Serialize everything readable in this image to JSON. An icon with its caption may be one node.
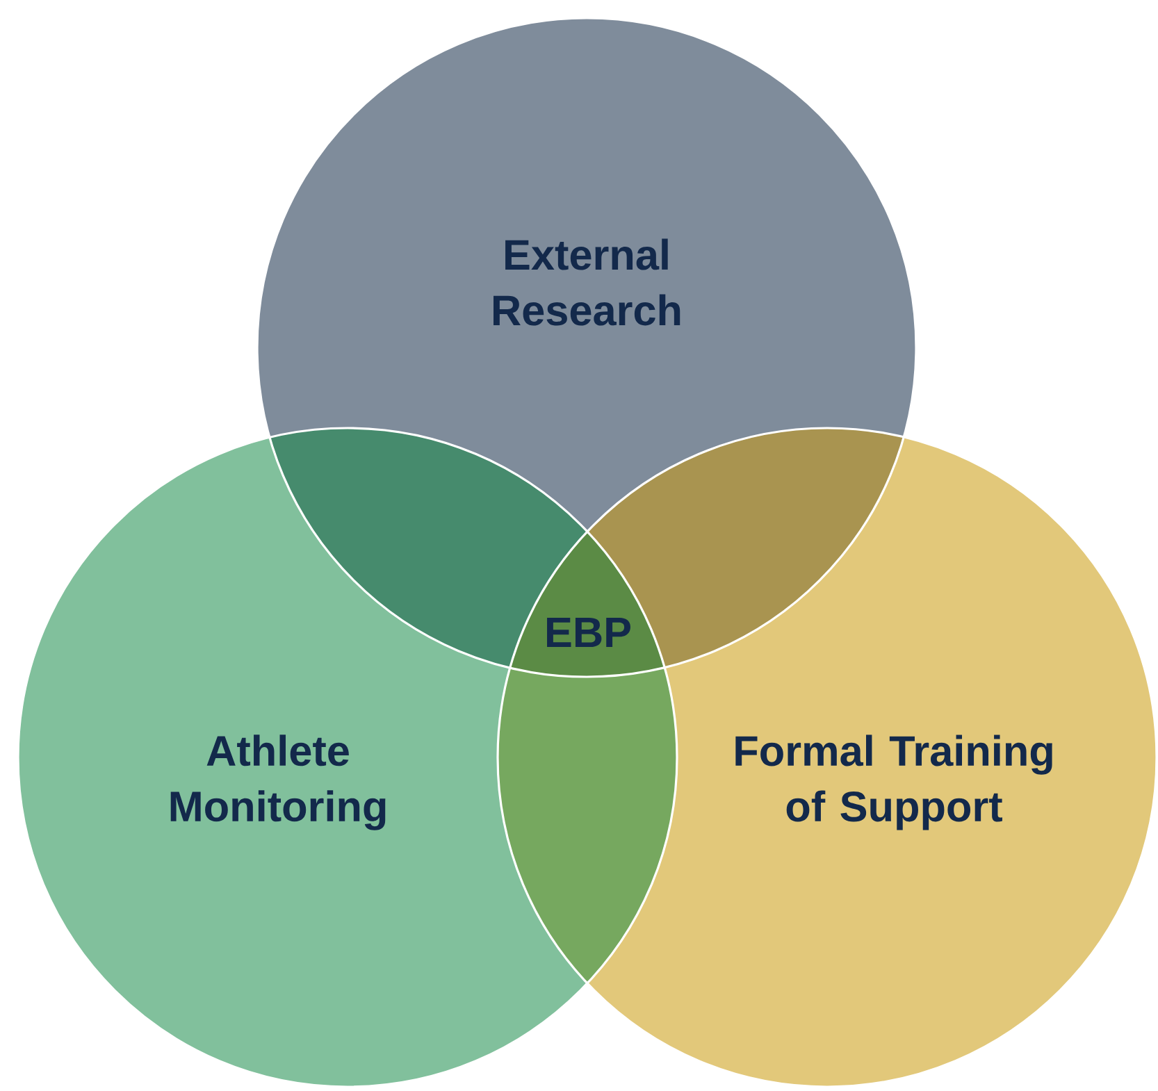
{
  "diagram": {
    "nodes": [
      {
        "text": [
          "External Research"
        ]
      },
      {
        "text": [
          "Athlete Monitoring"
        ]
      },
      {
        "text": [
          "Formal Training of Support"
        ]
      }
    ],
    "labels": [
      "EBP"
    ]
  }
}
